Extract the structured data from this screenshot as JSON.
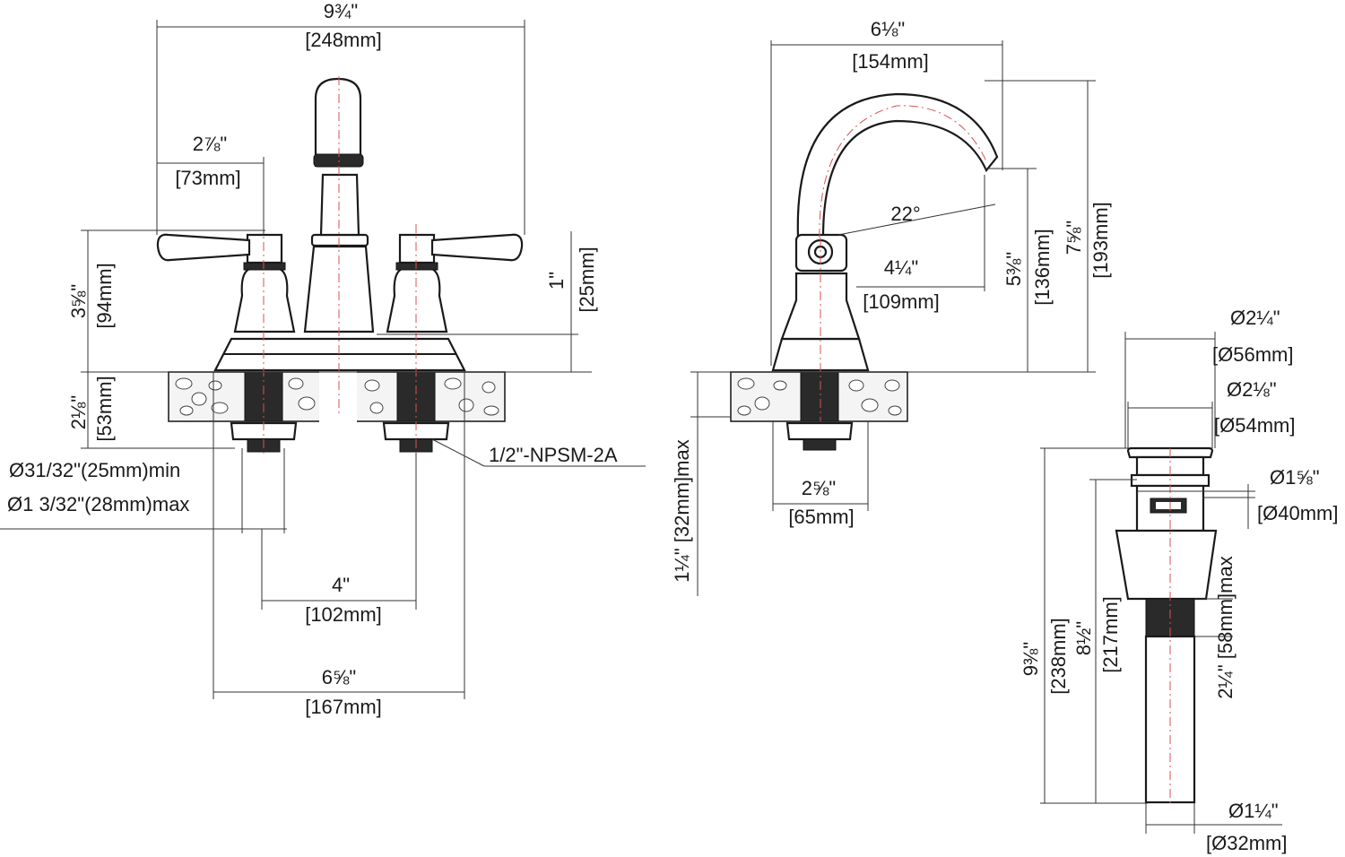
{
  "front_view": {
    "overall_width": "9¾\"",
    "overall_width_mm": "[248mm]",
    "handle_offset": "2⅞\"",
    "handle_offset_mm": "[73mm]",
    "height": "3⅝\"",
    "height_mm": "[94mm]",
    "base_height": "1\"",
    "base_height_mm": "[25mm]",
    "shank_length": "2⅛\"",
    "shank_length_mm": "[53mm]",
    "hole_min": "Ø31/32\"(25mm)min",
    "hole_max": "Ø1 3/32\"(28mm)max",
    "thread": "1/2\"-NPSM-2A",
    "center_spacing": "4\"",
    "center_spacing_mm": "[102mm]",
    "base_width": "6⅝\"",
    "base_width_mm": "[167mm]"
  },
  "side_view": {
    "reach": "6⅛\"",
    "reach_mm": "[154mm]",
    "angle": "22°",
    "spout_reach": "4¼\"",
    "spout_reach_mm": "[109mm]",
    "spout_height": "5⅜\"",
    "spout_height_mm": "[136mm]",
    "total_height": "7⅝\"",
    "total_height_mm": "[193mm]",
    "deck_thickness": "1¼\" [32mm]max",
    "base_depth": "2⅝\"",
    "base_depth_mm": "[65mm]"
  },
  "drain_view": {
    "cap_dia": "Ø2¼\"",
    "cap_dia_mm": "[Ø56mm]",
    "flange_dia": "Ø2⅛\"",
    "flange_dia_mm": "[Ø54mm]",
    "overflow_dia": "Ø1⅝\"",
    "overflow_dia_mm": "[Ø40mm]",
    "total_length": "9⅜\"",
    "total_length_mm": "[238mm]",
    "body_length": "8½\"",
    "body_length_mm": "[217mm]",
    "thread_length": "2¼\" [58mm]max",
    "tail_dia": "Ø1¼\"",
    "tail_dia_mm": "[Ø32mm]"
  }
}
